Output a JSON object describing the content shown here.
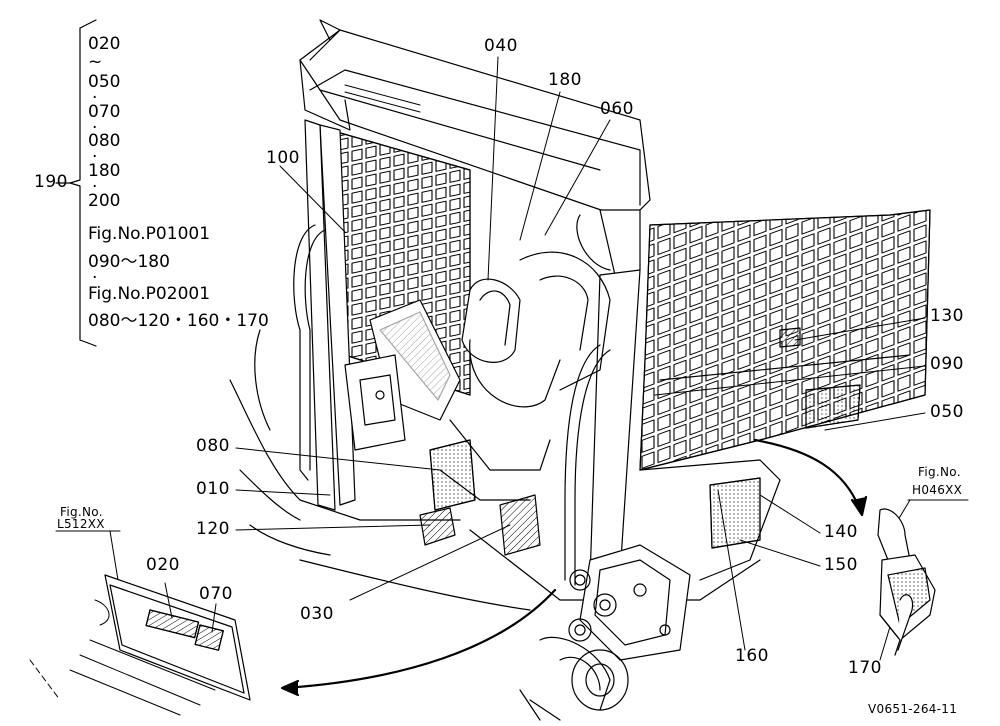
{
  "legend": {
    "ref": "190",
    "items": [
      "020",
      "~",
      "050",
      "·",
      "070",
      "·",
      "080",
      "·",
      "180",
      "·",
      "200",
      "Fig.No.P01001",
      "090～180",
      "·",
      "Fig.No.P02001",
      "080～120・160・170"
    ]
  },
  "labels": {
    "l040": "040",
    "l180": "180",
    "l060": "060",
    "l100": "100",
    "l130": "130",
    "l090": "090",
    "l050": "050",
    "l080": "080",
    "l010": "010",
    "l120": "120",
    "l030": "030",
    "l140": "140",
    "l150": "150",
    "l160": "160",
    "l170": "170"
  },
  "inset_left": {
    "fig": "Fig.No.",
    "fig_no": "L512XX",
    "l020": "020",
    "l070": "070"
  },
  "inset_right": {
    "fig": "Fig.No.",
    "fig_no": "H046XX"
  },
  "drawing_code": "V0651-264-11"
}
